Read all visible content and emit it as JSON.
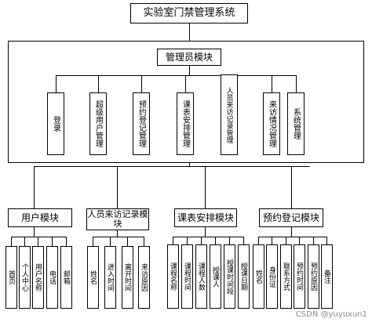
{
  "diagram": {
    "root": "实验室门禁管理系统",
    "admin": "管理员模块",
    "admin_children": [
      "登录",
      "超级用户管理",
      "预约登记管理",
      "课表安排管理",
      "人员来访记录管理",
      "来访情况管理",
      "系统管理"
    ],
    "modules": [
      {
        "label": "用户模块",
        "children": [
          "首页",
          "个人中心",
          "用户名称",
          "电话",
          "邮箱"
        ]
      },
      {
        "label": "人员来访记录模块",
        "children": [
          "姓名",
          "进入时间",
          "离开时间",
          "来访原因"
        ]
      },
      {
        "label": "课表安排模块",
        "children": [
          "课程名称",
          "课程时间",
          "课程人数",
          "授课人",
          "授课时间段",
          "授课日期"
        ]
      },
      {
        "label": "预约登记模块",
        "children": [
          "姓名",
          "身份证",
          "联系方式",
          "预约时间",
          "预约原因",
          "备注"
        ]
      }
    ]
  },
  "watermark": "CSDN @yuyuxun1"
}
